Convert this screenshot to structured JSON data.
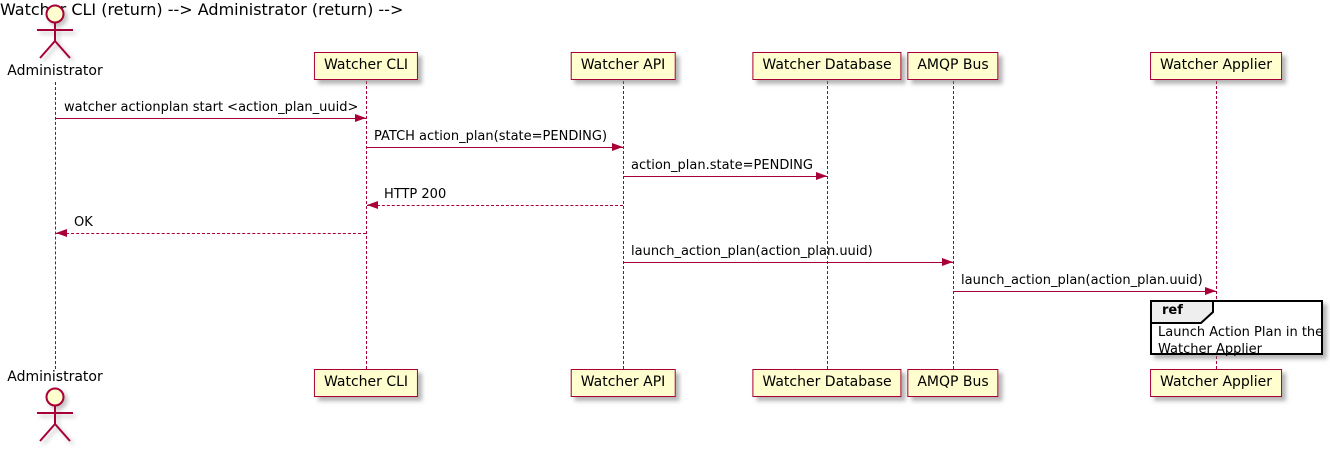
{
  "diagram": {
    "type": "sequence",
    "actor": {
      "name": "Administrator"
    },
    "participants": [
      {
        "label": "Watcher CLI"
      },
      {
        "label": "Watcher API"
      },
      {
        "label": "Watcher Database"
      },
      {
        "label": "AMQP Bus"
      },
      {
        "label": "Watcher Applier"
      }
    ],
    "messages": [
      {
        "from": "Administrator",
        "to": "Watcher CLI",
        "label": "watcher actionplan start <action_plan_uuid>",
        "line": "solid",
        "direction": "right"
      },
      {
        "from": "Watcher CLI",
        "to": "Watcher API",
        "label": "PATCH action_plan(state=PENDING)",
        "line": "solid",
        "direction": "right"
      },
      {
        "from": "Watcher API",
        "to": "Watcher Database",
        "label": "action_plan.state=PENDING",
        "line": "solid",
        "direction": "right"
      },
      {
        "from": "Watcher API",
        "to": "Watcher CLI",
        "label": "HTTP 200",
        "line": "dashed",
        "direction": "left"
      },
      {
        "from": "Watcher CLI",
        "to": "Administrator",
        "label": "OK",
        "line": "dashed",
        "direction": "left"
      },
      {
        "from": "Watcher API",
        "to": "AMQP Bus",
        "label": "launch_action_plan(action_plan.uuid)",
        "line": "solid",
        "direction": "right"
      },
      {
        "from": "AMQP Bus",
        "to": "Watcher Applier",
        "label": "launch_action_plan(action_plan.uuid)",
        "line": "solid",
        "direction": "right"
      }
    ],
    "ref": {
      "keyword": "ref",
      "over": "Watcher Applier",
      "line1": "Launch Action Plan in the",
      "line2": "Watcher Applier"
    },
    "colors": {
      "participant_fill": "#FEFECE",
      "stroke": "#A80036",
      "text": "#000000",
      "ref_border": "#000000",
      "ref_header_fill": "#EEEEEE",
      "background": "#FFFFFF"
    }
  }
}
